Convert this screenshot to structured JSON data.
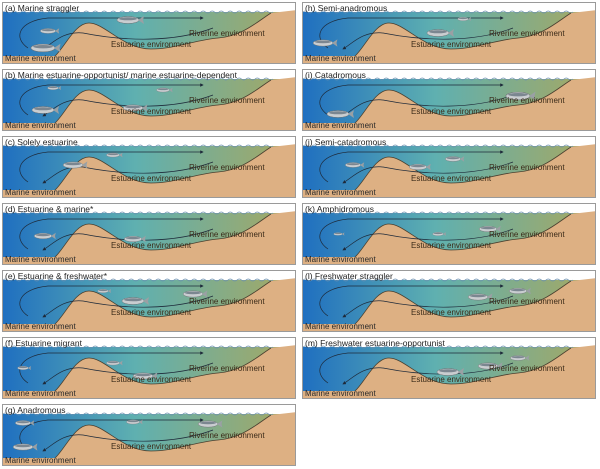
{
  "labels": {
    "marine": "Marine environment",
    "estuarine": "Estuarine environment",
    "riverine": "Riverine environment"
  },
  "colors": {
    "marine_water": "#1f6fc0",
    "estuary_water": "#5fb0b0",
    "river_water": "#a8a860",
    "sediment": "#ddb083",
    "arrow": "#1e2a3a"
  },
  "panels": [
    {
      "id": "a",
      "title": "(a) Marine straggler"
    },
    {
      "id": "b",
      "title": "(b) Marine estuarine-opportunist/ marine estuarine-dependent"
    },
    {
      "id": "c",
      "title": "(c) Solely estuarine"
    },
    {
      "id": "d",
      "title": "(d) Estuarine & marine*"
    },
    {
      "id": "e",
      "title": "(e) Estuarine & freshwater*"
    },
    {
      "id": "f",
      "title": "(f) Estuarine migrant"
    },
    {
      "id": "g",
      "title": "(g) Anadromous"
    },
    {
      "id": "h",
      "title": "(h) Semi-anadromous"
    },
    {
      "id": "i",
      "title": "(i) Catadromous"
    },
    {
      "id": "j",
      "title": "(j) Semi-catadromous"
    },
    {
      "id": "k",
      "title": "(k) Amphidromous"
    },
    {
      "id": "l",
      "title": "(l) Freshwater straggler"
    },
    {
      "id": "m",
      "title": "(m) Freshwater estuarine-opportunist"
    }
  ]
}
